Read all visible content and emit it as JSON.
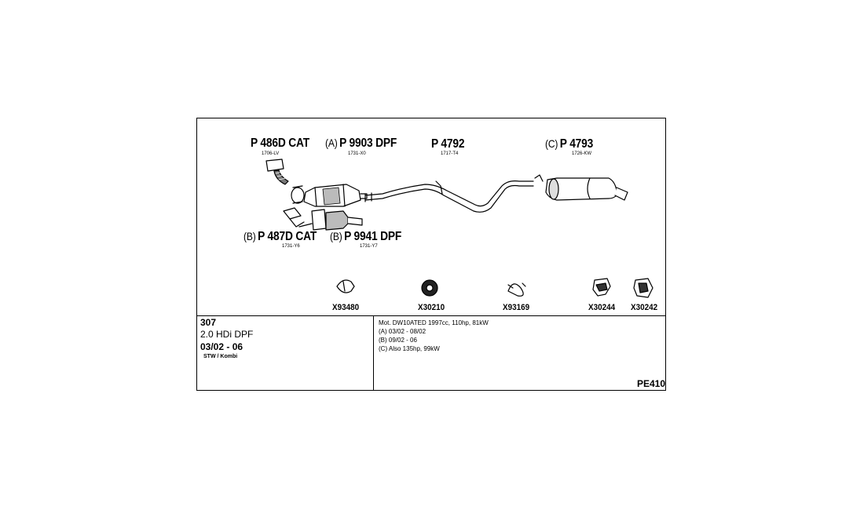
{
  "parts": {
    "p486d": {
      "prefix": "",
      "number": "P 486D CAT",
      "code": "1706-LV"
    },
    "p9903": {
      "prefix": "(A)",
      "number": "P 9903 DPF",
      "code": "1731-X0"
    },
    "p4792": {
      "prefix": "",
      "number": "P 4792",
      "code": "1717-T4"
    },
    "p4793": {
      "prefix": "(C)",
      "number": "P 4793",
      "code": "1726-KW"
    },
    "p487d": {
      "prefix": "(B)",
      "number": "P 487D CAT",
      "code": "1731-Y6"
    },
    "p9941": {
      "prefix": "(B)",
      "number": "P 9941 DPF",
      "code": "1731-Y7"
    }
  },
  "accessories": [
    "X93480",
    "X30210",
    "X93169",
    "X30244",
    "X30242"
  ],
  "vehicle": {
    "model": "307",
    "engine": "2.0 HDi DPF",
    "years": "03/02 - 06",
    "body": "STW / Kombi"
  },
  "notes": [
    "Mot. DW10ATED 1997cc, 110hp, 81kW",
    "(A) 03/02 - 08/02",
    "(B) 09/02 - 06",
    "(C) Also 135hp, 99kW"
  ],
  "sheet_id": "PE410"
}
